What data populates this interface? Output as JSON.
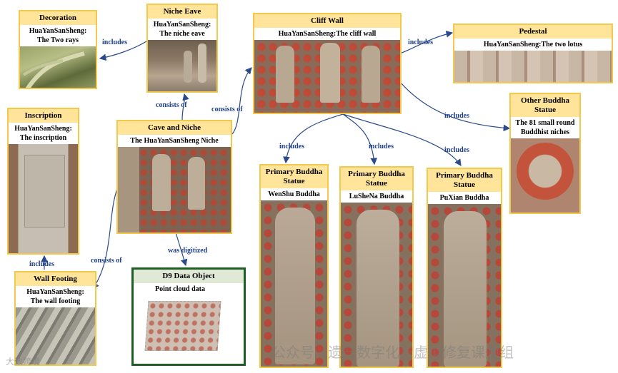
{
  "nodes": {
    "decoration": {
      "title": "Decoration",
      "sub": [
        "HuaYanSanSheng:",
        "The Two rays"
      ]
    },
    "niche_eave": {
      "title": "Niche Eave",
      "sub": [
        "HuaYanSanSheng:",
        "The niche eave"
      ]
    },
    "cliff_wall": {
      "title": "Cliff Wall",
      "sub": [
        "HuaYanSanSheng:The cliff wall"
      ]
    },
    "pedestal": {
      "title": "Pedestal",
      "sub": [
        "HuaYanSanSheng:The  two lotus"
      ]
    },
    "inscription": {
      "title": "Inscription",
      "sub": [
        "HuaYanSanSheng:",
        "The inscription"
      ]
    },
    "cave_niche": {
      "title": "Cave and Niche",
      "sub": [
        "The HuaYanSanSheng  Niche"
      ]
    },
    "other_buddha": {
      "title": "Other Buddha Statue",
      "sub": [
        "The 81 small round",
        "Buddhist niches"
      ]
    },
    "wenshu": {
      "title": "Primary Buddha Statue",
      "sub": [
        "WenShu Buddha"
      ]
    },
    "lushena": {
      "title": "Primary Buddha Statue",
      "sub": [
        "LuSheNa Buddha"
      ]
    },
    "puxian": {
      "title": "Primary Buddha Statue",
      "sub": [
        "PuXian Buddha"
      ]
    },
    "wall_footing": {
      "title": "Wall Footing",
      "sub": [
        "HuaYanSanSheng:",
        "The wall footing"
      ]
    },
    "d9": {
      "title": "D9 Data Object",
      "sub": [
        "Point cloud data"
      ]
    }
  },
  "edges": {
    "includes": "includes",
    "consists_of": "consists of",
    "was_digitized": "was digitized"
  },
  "watermark": {
    "main": "公众号 · 遗产数字化与虚拟修复课题组",
    "corner": "大数跨境"
  },
  "colors": {
    "node_border": "#f2c94c",
    "node_title_bg": "#ffe49a",
    "d9_border": "#1f5e22",
    "edge": "#2a4a8c"
  }
}
